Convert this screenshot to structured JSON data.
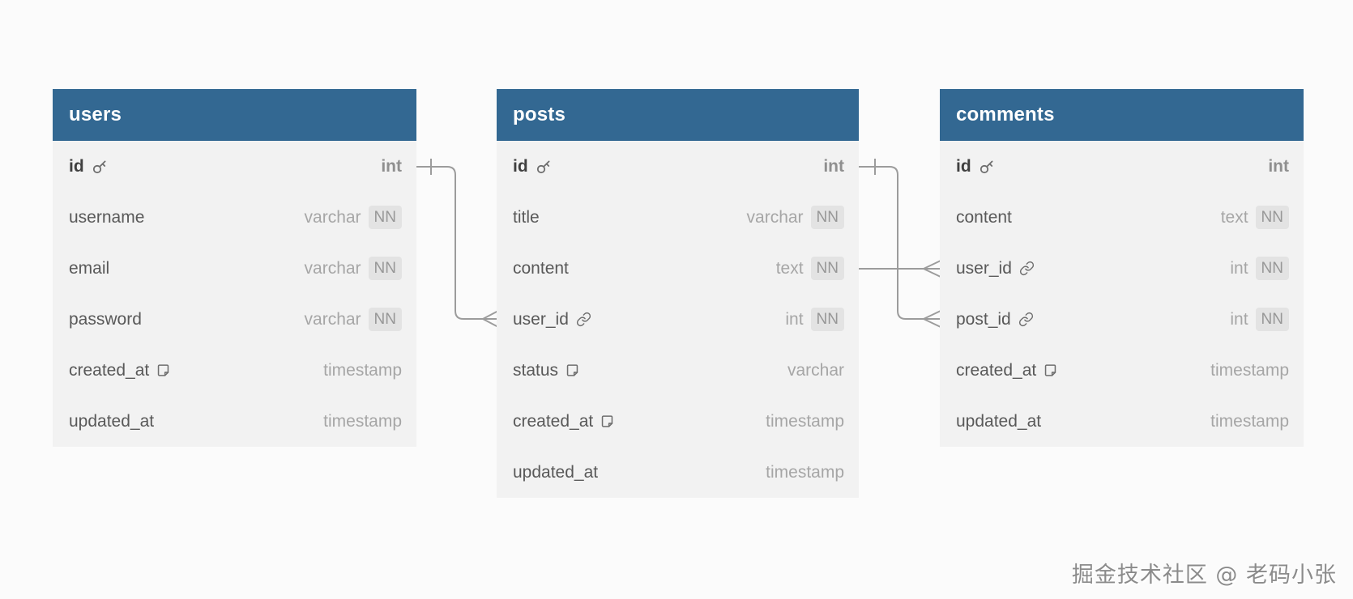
{
  "diagram": {
    "nn_badge_label": "NN",
    "tables": [
      {
        "name": "users",
        "fields": [
          {
            "name": "id",
            "type": "int",
            "pk": true,
            "icon": "key",
            "nn": false
          },
          {
            "name": "username",
            "type": "varchar",
            "pk": false,
            "icon": null,
            "nn": true
          },
          {
            "name": "email",
            "type": "varchar",
            "pk": false,
            "icon": null,
            "nn": true
          },
          {
            "name": "password",
            "type": "varchar",
            "pk": false,
            "icon": null,
            "nn": true
          },
          {
            "name": "created_at",
            "type": "timestamp",
            "pk": false,
            "icon": "note",
            "nn": false
          },
          {
            "name": "updated_at",
            "type": "timestamp",
            "pk": false,
            "icon": null,
            "nn": false
          }
        ]
      },
      {
        "name": "posts",
        "fields": [
          {
            "name": "id",
            "type": "int",
            "pk": true,
            "icon": "key",
            "nn": false
          },
          {
            "name": "title",
            "type": "varchar",
            "pk": false,
            "icon": null,
            "nn": true
          },
          {
            "name": "content",
            "type": "text",
            "pk": false,
            "icon": null,
            "nn": true
          },
          {
            "name": "user_id",
            "type": "int",
            "pk": false,
            "icon": "link",
            "nn": true
          },
          {
            "name": "status",
            "type": "varchar",
            "pk": false,
            "icon": "note",
            "nn": false
          },
          {
            "name": "created_at",
            "type": "timestamp",
            "pk": false,
            "icon": "note",
            "nn": false
          },
          {
            "name": "updated_at",
            "type": "timestamp",
            "pk": false,
            "icon": null,
            "nn": false
          }
        ]
      },
      {
        "name": "comments",
        "fields": [
          {
            "name": "id",
            "type": "int",
            "pk": true,
            "icon": "key",
            "nn": false
          },
          {
            "name": "content",
            "type": "text",
            "pk": false,
            "icon": null,
            "nn": true
          },
          {
            "name": "user_id",
            "type": "int",
            "pk": false,
            "icon": "link",
            "nn": true
          },
          {
            "name": "post_id",
            "type": "int",
            "pk": false,
            "icon": "link",
            "nn": true
          },
          {
            "name": "created_at",
            "type": "timestamp",
            "pk": false,
            "icon": "note",
            "nn": false
          },
          {
            "name": "updated_at",
            "type": "timestamp",
            "pk": false,
            "icon": null,
            "nn": false
          }
        ]
      }
    ],
    "relationships": [
      {
        "from": "users.id",
        "to": "posts.user_id",
        "from_cardinality": "one",
        "to_cardinality": "many"
      },
      {
        "from": "posts.id",
        "to": "comments.post_id",
        "from_cardinality": "one",
        "to_cardinality": "many"
      },
      {
        "from": "users.id",
        "to": "comments.user_id",
        "from_cardinality": "one",
        "to_cardinality": "many"
      }
    ]
  },
  "watermark": {
    "text": "掘金技术社区 @ 老码小张"
  },
  "colors": {
    "table_header": "#336892",
    "table_body": "#f2f2f2",
    "relationship_line": "#9c9c9c",
    "page_background": "#fbfbfb",
    "nn_badge_background": "#e3e3e3"
  }
}
